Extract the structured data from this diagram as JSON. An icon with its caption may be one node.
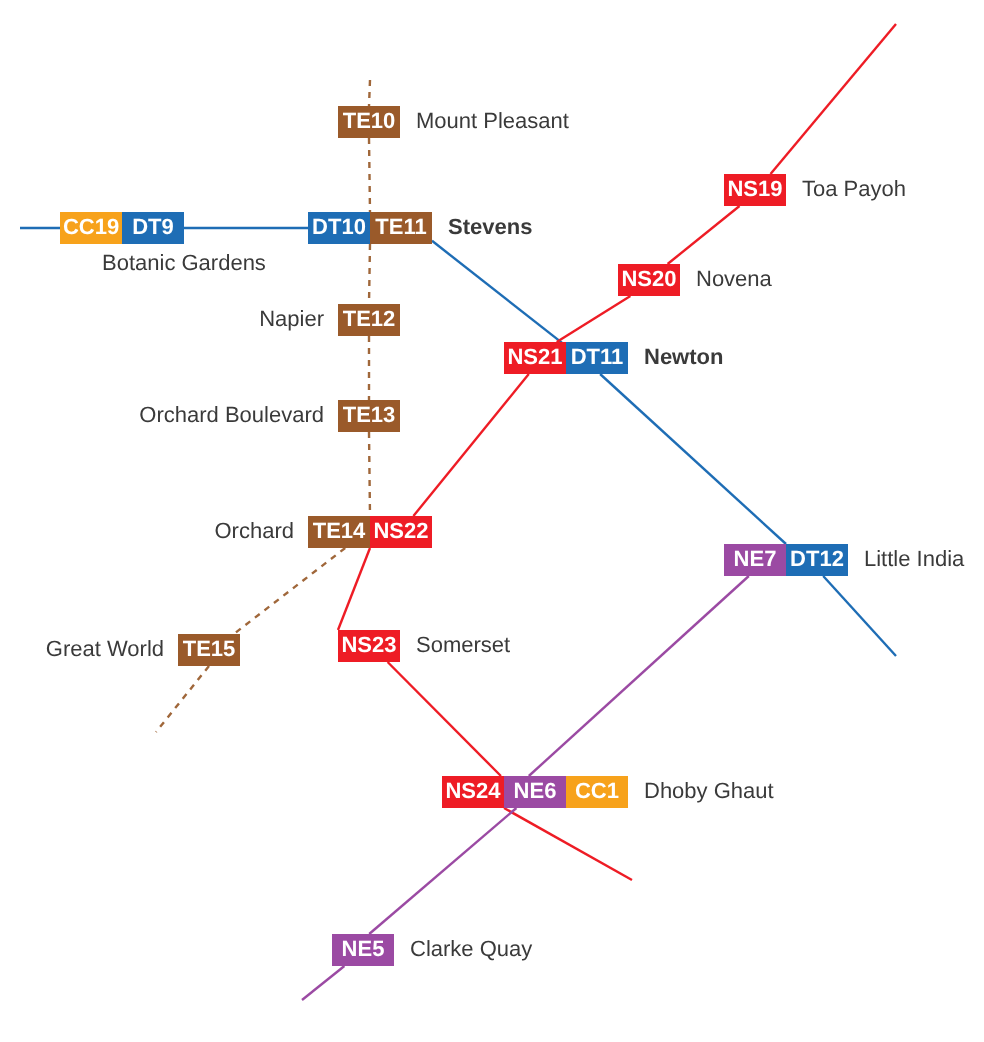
{
  "diagram": {
    "nodes": [
      {
        "text": [
          "TE10"
        ],
        "beside": [
          "Mount Pleasant"
        ]
      },
      {
        "text": [
          "CC19"
        ]
      },
      {
        "text": [
          "DT9"
        ],
        "beside": [
          "Botanic Gardens"
        ]
      },
      {
        "text": [
          "DT10"
        ]
      },
      {
        "text": [
          "TE11"
        ],
        "beside": [
          "Stevens"
        ]
      },
      {
        "text": [
          "TE12"
        ],
        "beside": [
          "Napier"
        ]
      },
      {
        "text": [
          "TE13"
        ],
        "beside": [
          "Orchard Boulevard"
        ]
      },
      {
        "text": [
          "NS19"
        ],
        "beside": [
          "Toa Payoh"
        ]
      },
      {
        "text": [
          "NS20"
        ],
        "beside": [
          "Novena"
        ]
      },
      {
        "text": [
          "NS21"
        ]
      },
      {
        "text": [
          "DT11"
        ],
        "beside": [
          "Newton"
        ]
      },
      {
        "text": [
          "TE14"
        ],
        "beside": [
          "Orchard"
        ]
      },
      {
        "text": [
          "NS22"
        ]
      },
      {
        "text": [
          "NE7"
        ]
      },
      {
        "text": [
          "DT12"
        ],
        "beside": [
          "Little India"
        ]
      },
      {
        "text": [
          "TE15"
        ],
        "beside": [
          "Great World"
        ]
      },
      {
        "text": [
          "NS23"
        ],
        "beside": [
          "Somerset"
        ]
      },
      {
        "text": [
          "NS24"
        ]
      },
      {
        "text": [
          "NE6"
        ]
      },
      {
        "text": [
          "CC1"
        ],
        "beside": [
          "Dhoby Ghaut"
        ]
      },
      {
        "text": [
          "NE5"
        ],
        "beside": [
          "Clarke Quay"
        ]
      }
    ],
    "edges": [
      {
        "from": null,
        "to": 0,
        "arrow": "none",
        "style": "dashed",
        "color": "#a0673a"
      },
      {
        "from": 0,
        "to": 4,
        "arrow": "none",
        "style": "dashed",
        "color": "#a0673a"
      },
      {
        "from": 4,
        "to": 5,
        "arrow": "none",
        "style": "dashed",
        "color": "#a0673a"
      },
      {
        "from": 5,
        "to": 6,
        "arrow": "none",
        "style": "dashed",
        "color": "#a0673a"
      },
      {
        "from": 6,
        "to": 11,
        "arrow": "none",
        "style": "dashed",
        "color": "#a0673a"
      },
      {
        "from": 11,
        "to": 15,
        "arrow": "none",
        "style": "dashed",
        "color": "#a0673a"
      },
      {
        "from": 15,
        "to": null,
        "arrow": "none",
        "style": "dashed",
        "color": "#a0673a"
      },
      {
        "from": null,
        "to": 1,
        "arrow": "none",
        "color": "#1e6db5"
      },
      {
        "from": 2,
        "to": 3,
        "arrow": "none",
        "color": "#1e6db5"
      },
      {
        "from": 4,
        "to": 10,
        "arrow": "none",
        "color": "#1e6db5"
      },
      {
        "from": 10,
        "to": 14,
        "arrow": "none",
        "color": "#1e6db5"
      },
      {
        "from": 14,
        "to": null,
        "arrow": "none",
        "color": "#1e6db5"
      },
      {
        "from": null,
        "to": 7,
        "arrow": "none",
        "color": "#ee1c25"
      },
      {
        "from": 7,
        "to": 8,
        "arrow": "none",
        "color": "#ee1c25"
      },
      {
        "from": 8,
        "to": 9,
        "arrow": "none",
        "color": "#ee1c25"
      },
      {
        "from": 9,
        "to": 12,
        "arrow": "none",
        "color": "#ee1c25"
      },
      {
        "from": 12,
        "to": 16,
        "arrow": "none",
        "color": "#ee1c25"
      },
      {
        "from": 16,
        "to": 17,
        "arrow": "none",
        "color": "#ee1c25"
      },
      {
        "from": 17,
        "to": null,
        "arrow": "none",
        "color": "#ee1c25"
      },
      {
        "from": 13,
        "to": 18,
        "arrow": "none",
        "color": "#9b4aa3"
      },
      {
        "from": 18,
        "to": 20,
        "arrow": "none",
        "color": "#9b4aa3"
      },
      {
        "from": 20,
        "to": null,
        "arrow": "none",
        "color": "#9b4aa3"
      }
    ]
  }
}
